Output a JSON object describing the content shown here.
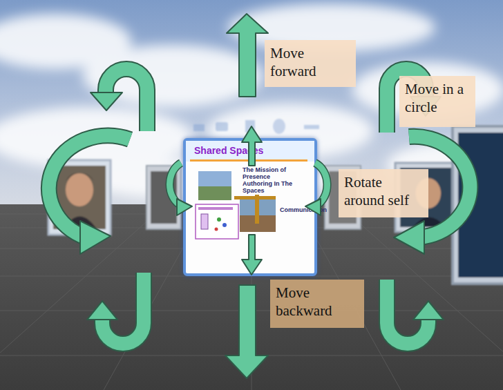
{
  "diagram": {
    "nodes": [
      {
        "text": [
          "Move forward"
        ]
      },
      {
        "text": [
          "Move in a circle"
        ]
      },
      {
        "text": [
          "Shared Spaces"
        ]
      },
      {
        "text": [
          "Rotate around self"
        ]
      },
      {
        "text": [
          "Move backward"
        ]
      }
    ],
    "labels": [
      "The Mission of Presence",
      "Authoring In The Spaces",
      "Communication"
    ]
  }
}
